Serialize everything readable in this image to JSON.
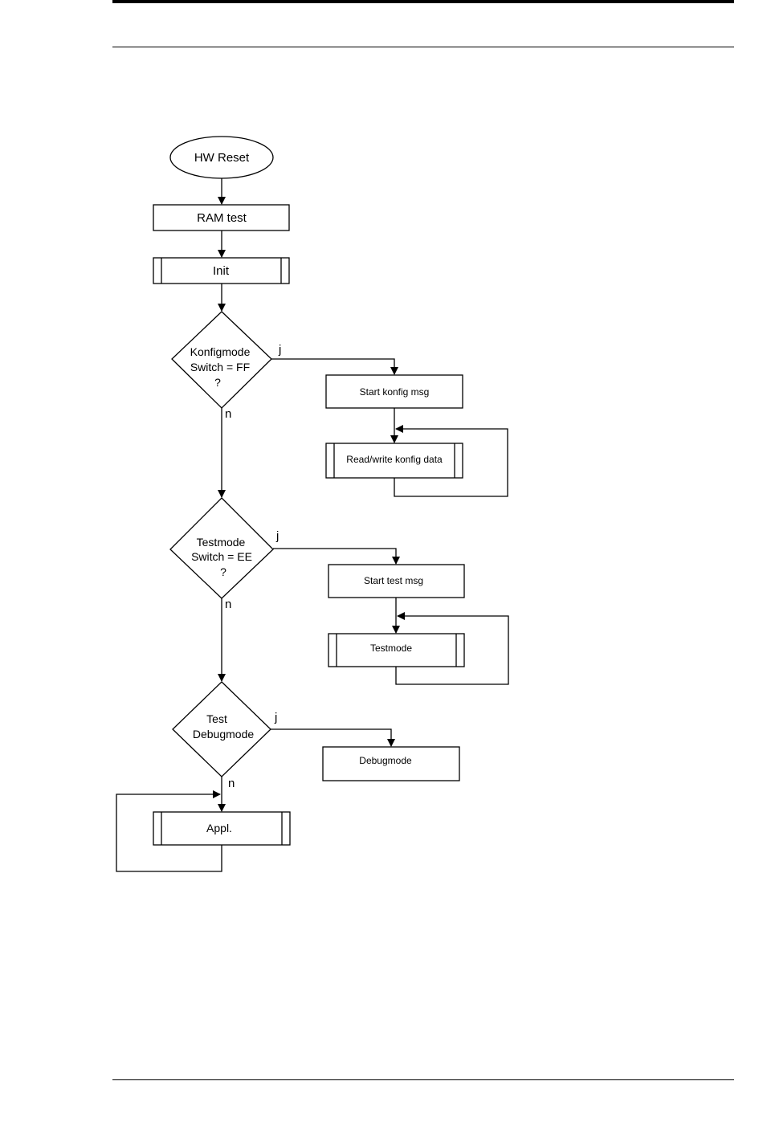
{
  "diagram": {
    "nodes": {
      "hw_reset": "HW Reset",
      "ram_test": "RAM test",
      "init": "Init",
      "konfig_decision": [
        "Konfigmode",
        "Switch = FF",
        "?"
      ],
      "start_konfig": "Start konfig msg",
      "rw_konfig": "Read/write konfig data",
      "test_decision": [
        "Testmode",
        "Switch = EE",
        "?"
      ],
      "start_test": "Start test msg",
      "testmode": "Testmode",
      "debug_decision": [
        "Test",
        "Debugmode"
      ],
      "debugmode": "Debugmode",
      "appl": "Appl."
    },
    "edge_labels": {
      "yes": "j",
      "no": "n"
    },
    "edges": [
      {
        "from": "hw_reset",
        "to": "ram_test"
      },
      {
        "from": "ram_test",
        "to": "init"
      },
      {
        "from": "init",
        "to": "konfig_decision"
      },
      {
        "from": "konfig_decision",
        "to": "start_konfig",
        "label": "j"
      },
      {
        "from": "start_konfig",
        "to": "rw_konfig"
      },
      {
        "from": "rw_konfig",
        "to": "rw_konfig",
        "type": "loop"
      },
      {
        "from": "konfig_decision",
        "to": "test_decision",
        "label": "n"
      },
      {
        "from": "test_decision",
        "to": "start_test",
        "label": "j"
      },
      {
        "from": "start_test",
        "to": "testmode"
      },
      {
        "from": "testmode",
        "to": "testmode",
        "type": "loop"
      },
      {
        "from": "test_decision",
        "to": "debug_decision",
        "label": "n"
      },
      {
        "from": "debug_decision",
        "to": "debugmode",
        "label": "j"
      },
      {
        "from": "debug_decision",
        "to": "appl",
        "label": "n"
      },
      {
        "from": "appl",
        "to": "appl",
        "type": "loop"
      }
    ]
  }
}
